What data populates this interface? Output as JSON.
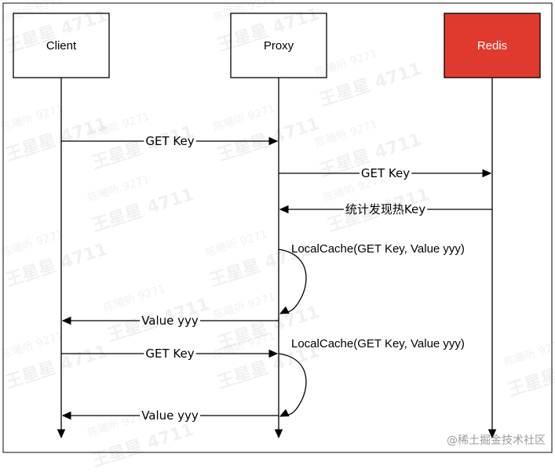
{
  "participants": [
    {
      "id": "client",
      "label": "Client",
      "fill": "#ffffff",
      "text_color": "#000000"
    },
    {
      "id": "proxy",
      "label": "Proxy",
      "fill": "#ffffff",
      "text_color": "#000000"
    },
    {
      "id": "redis",
      "label": "Redis",
      "fill": "#e03a2f",
      "text_color": "#ffffff"
    }
  ],
  "messages": [
    {
      "from": "client",
      "to": "proxy",
      "label": "GET Key",
      "kind": "call"
    },
    {
      "from": "proxy",
      "to": "redis",
      "label": "GET Key",
      "kind": "call"
    },
    {
      "from": "redis",
      "to": "proxy",
      "label": "统计发现热Key",
      "kind": "call"
    },
    {
      "from": "proxy",
      "to": "proxy",
      "label": "LocalCache(GET Key, Value yyy)",
      "kind": "self"
    },
    {
      "from": "proxy",
      "to": "client",
      "label": "Value yyy",
      "kind": "call"
    },
    {
      "from": "client",
      "to": "proxy",
      "label": "GET Key",
      "kind": "call"
    },
    {
      "from": "proxy",
      "to": "proxy",
      "label": "LocalCache(GET Key, Value yyy)",
      "kind": "self"
    },
    {
      "from": "proxy",
      "to": "client",
      "label": "Value yyy",
      "kind": "call"
    }
  ],
  "watermark": {
    "main": "@稀土掘金技术社区",
    "faint_line_1": "陈曦听 9271",
    "faint_line_2": "王星星 4711"
  },
  "colors": {
    "frame": "#333333",
    "line": "#000000",
    "accent": "#e03a2f"
  }
}
